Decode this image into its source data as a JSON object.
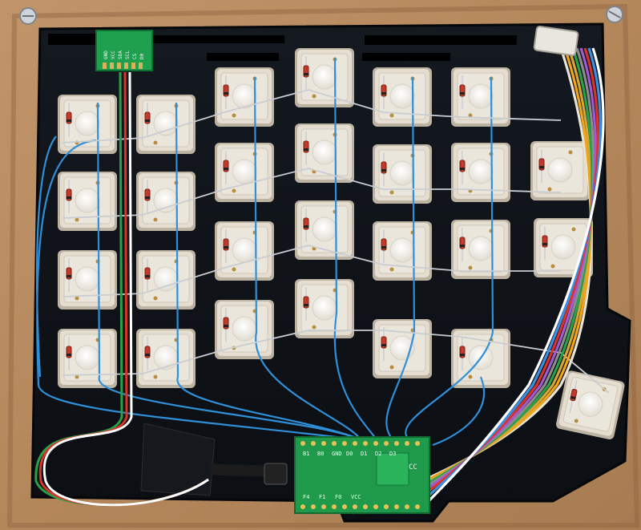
{
  "scene": {
    "colors": {
      "wood": "#b98a5e",
      "wood_dark": "#9a6d45",
      "plate": "#0d1116",
      "switch": "#e4ddd0",
      "switch_shadow": "#bdb3a2",
      "stem": "#f3f0ea",
      "wire_blue": "#2f8fd8",
      "wire_silver": "#c9cdd2",
      "pcb_green": "#1e9a4a",
      "tape": "#15181c"
    },
    "daughter_board": {
      "pin_labels": [
        "GND",
        "VCC",
        "SDA",
        "SCL",
        "CS",
        "D0"
      ]
    },
    "controller": {
      "top_labels": [
        "B1",
        "B0",
        "GND",
        "D0",
        "D1",
        "D2",
        "D3"
      ],
      "bottom_labels": [
        "F4",
        "F1",
        "F0",
        "VCC"
      ],
      "corner_label": "CC"
    },
    "key_grid": {
      "left_columns": 2,
      "left_rows": 4,
      "right_columns": 4,
      "right_rows": 4,
      "thumb_keys": 3
    },
    "bundle_wire_colors": [
      "#e8e3d4",
      "#f2a516",
      "#d4a63a",
      "#2aa04a",
      "#8c8c8c",
      "#a25ad0",
      "#d9342b",
      "#3a8fe0",
      "#ffffff"
    ]
  }
}
